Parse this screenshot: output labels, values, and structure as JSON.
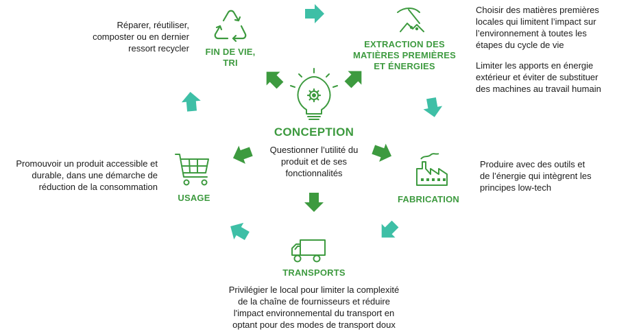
{
  "colors": {
    "green": "#3d9a3f",
    "teal": "#3ebfa6",
    "text": "#1a1a1a"
  },
  "center": {
    "icon": "lightbulb-gear-icon",
    "title": "CONCEPTION",
    "desc_lines": [
      "Questionner l’utilité du",
      "produit et de ses",
      "fonctionnalités"
    ]
  },
  "stages": {
    "extraction": {
      "icon": "mining-pickaxe-icon",
      "label_lines": [
        "EXTRACTION DES",
        "MATIÈRES PREMIÈRES",
        "ET ÉNERGIES"
      ],
      "desc_paragraphs": [
        [
          "Choisir des matières premières",
          "locales qui limitent l’impact sur",
          "l’environnement à toutes les",
          "étapes du cycle de vie"
        ],
        [
          "Limiter les apports en énergie",
          "extérieur et éviter de substituer",
          "des machines au travail humain"
        ]
      ]
    },
    "fabrication": {
      "icon": "factory-icon",
      "label": "FABRICATION",
      "desc_lines": [
        "Produire avec des outils et",
        "de l’énergie qui intègrent les",
        "principes low-tech"
      ]
    },
    "transports": {
      "icon": "truck-icon",
      "label": "TRANSPORTS",
      "desc_lines": [
        "Privilégier le local pour limiter la complexité",
        "de la chaîne de fournisseurs et réduire",
        "l'impact environnemental du transport en",
        "optant pour des modes de transport doux"
      ]
    },
    "usage": {
      "icon": "shopping-cart-icon",
      "label": "USAGE",
      "desc_lines": [
        "Promouvoir un produit accessible et",
        "durable, dans une démarche de",
        "réduction de la consommation"
      ]
    },
    "fin_de_vie": {
      "icon": "recycle-icon",
      "label_lines": [
        "FIN DE VIE,",
        "TRI"
      ],
      "desc_lines": [
        "Réparer, réutiliser,",
        "composter ou en dernier",
        "ressort recycler"
      ]
    }
  }
}
